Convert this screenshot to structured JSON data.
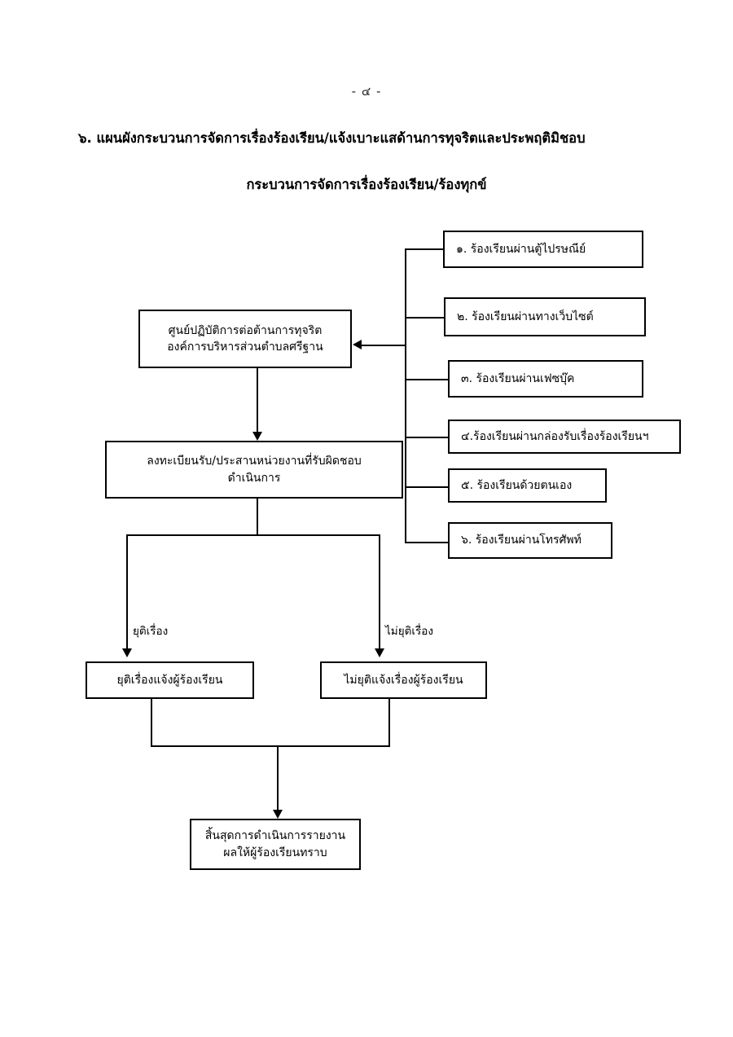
{
  "document": {
    "page_number": "- ๔ -",
    "heading": "๖. แผนผังกระบวนการจัดการเรื่องร้องเรียน/แจ้งเบาะแสด้านการทุจริตและประพฤติมิชอบ",
    "subheading": "กระบวนการจัดการเรื่องร้องเรียน/ร้องทุกข์"
  },
  "flowchart": {
    "center_node": {
      "label": "ศูนย์ปฏิบัติการต่อต้านการทุจริต\nองค์การบริหารส่วนตำบลศรีฐาน"
    },
    "register_node": {
      "label": "ลงทะเบียนรับ/ประสานหน่วยงานที่รับผิดชอบ\nดำเนินการ"
    },
    "channels": [
      {
        "label": "๑. ร้องเรียนผ่านตู้ไปรษณีย์"
      },
      {
        "label": "๒. ร้องเรียนผ่านทางเว็บไซต์"
      },
      {
        "label": "๓. ร้องเรียนผ่านเฟซบุ๊ค"
      },
      {
        "label": "๔.ร้องเรียนผ่านกล่องรับเรื่องร้องเรียนฯ"
      },
      {
        "label": "๕. ร้องเรียนด้วยตนเอง"
      },
      {
        "label": "๖. ร้องเรียนผ่านโทรศัพท์"
      }
    ],
    "branch_labels": {
      "left": "ยุติเรื่อง",
      "right": "ไม่ยุติเรื่อง"
    },
    "outcome_nodes": {
      "left": "ยุติเรื่องแจ้งผู้ร้องเรียน",
      "right": "ไม่ยุติแจ้งเรื่องผู้ร้องเรียน"
    },
    "final_node": {
      "label": "สิ้นสุดการดำเนินการรายงาน\nผลให้ผู้ร้องเรียนทราบ"
    },
    "colors": {
      "stroke": "#000000",
      "background": "#ffffff"
    }
  }
}
